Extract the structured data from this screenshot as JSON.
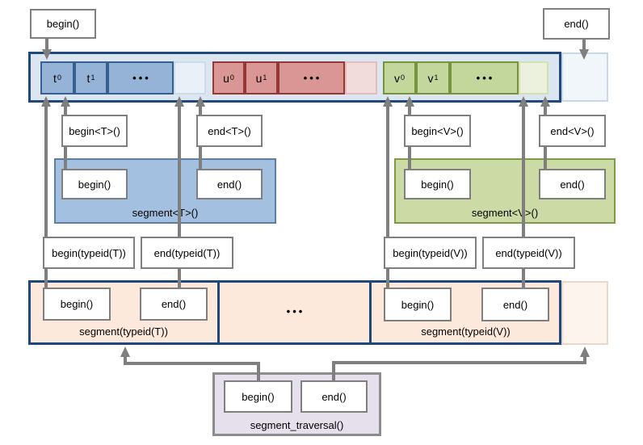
{
  "top_calls": {
    "begin": "begin()",
    "end": "end()"
  },
  "bar": {
    "t0": {
      "base": "t",
      "sub": "0"
    },
    "t1": {
      "base": "t",
      "sub": "1"
    },
    "t_dots": "•••",
    "u0": {
      "base": "u",
      "sub": "0"
    },
    "u1": {
      "base": "u",
      "sub": "1"
    },
    "u_dots": "•••",
    "v0": {
      "base": "v",
      "sub": "0"
    },
    "v1": {
      "base": "v",
      "sub": "1"
    },
    "v_dots": "•••"
  },
  "typed": {
    "begin_t": "begin<T>()",
    "end_t": "end<T>()",
    "begin_v": "begin<V>()",
    "end_v": "end<V>()"
  },
  "segment_t": {
    "label": "segment<T>()",
    "begin": "begin()",
    "end": "end()"
  },
  "segment_v": {
    "label": "segment<V>()",
    "begin": "begin()",
    "end": "end()"
  },
  "typeid": {
    "begin_t": "begin(typeid(T))",
    "end_t": "end(typeid(T))",
    "begin_v": "begin(typeid(V))",
    "end_v": "end(typeid(V))"
  },
  "segment_typeid": {
    "label_t": "segment(typeid(T))",
    "dots": "•••",
    "label_v": "segment(typeid(V))",
    "t_begin": "begin()",
    "t_end": "end()",
    "v_begin": "begin()",
    "v_end": "end()"
  },
  "traversal": {
    "label": "segment_traversal()",
    "begin": "begin()",
    "end": "end()"
  },
  "palette": {
    "navy_border": "#1F497D",
    "bar_fill": "#DCE6F1",
    "blue_cell_fill": "#95B3D7",
    "blue_cell_border": "#376092",
    "blue_pale_fill": "#E9F0F8",
    "red_cell_fill": "#D99694",
    "red_cell_border": "#953735",
    "red_pale_fill": "#F2DCDB",
    "green_cell_fill": "#C3D69B",
    "green_cell_border": "#77933C",
    "green_pale_fill": "#EBF1DD",
    "segment_t_fill": "#A4C0E1",
    "segment_t_border": "#5B80A8",
    "segment_v_fill": "#CCDBA5",
    "segment_v_border": "#7F9A44",
    "orange_bar_fill": "#FCE9DB",
    "orange_pale_fill": "#FDF4ED",
    "traversal_fill": "#E6E0EC",
    "connector_gray": "#7F7F7F",
    "box_border_gray": "#7F7F7F"
  }
}
